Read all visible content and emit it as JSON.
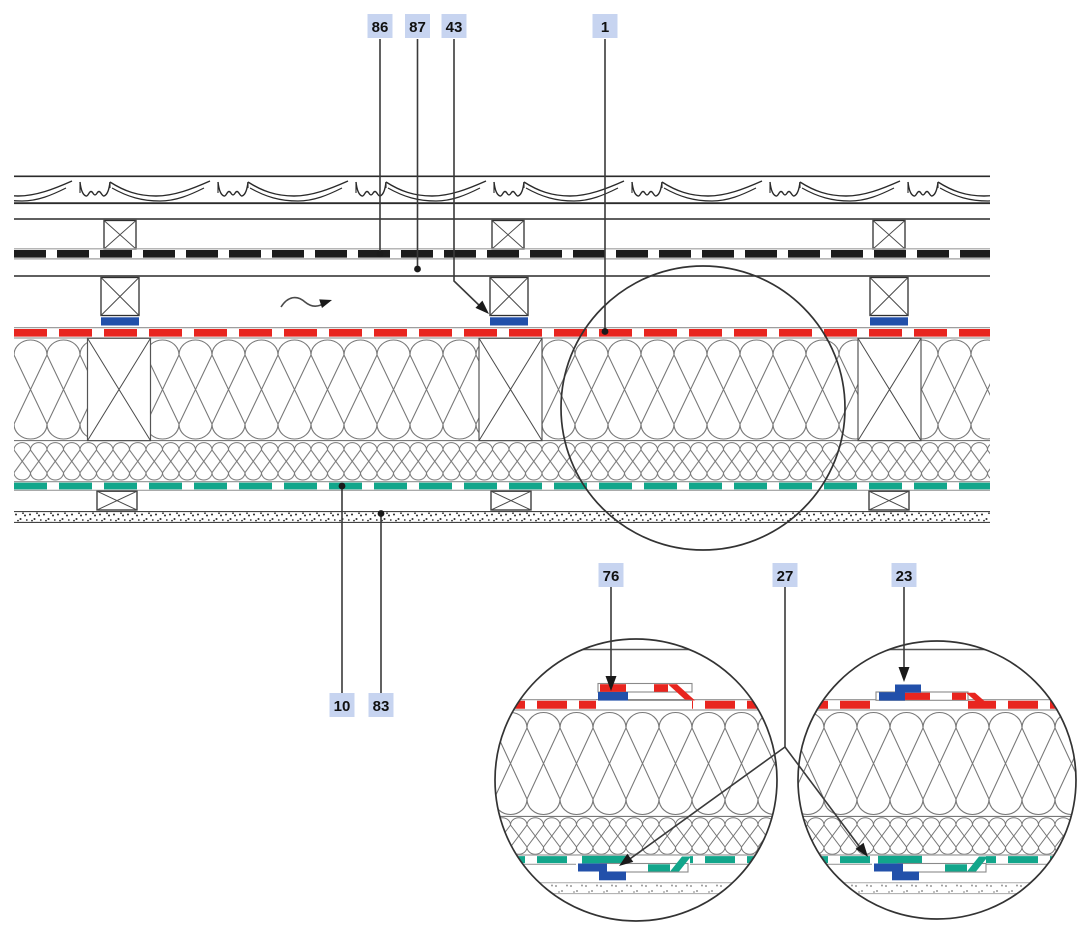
{
  "diagram": {
    "title": "pitched-roof construction cross-section with detail callouts",
    "callouts": {
      "c86": "86",
      "c87": "87",
      "c43": "43",
      "c1": "1",
      "c76": "76",
      "c27": "27",
      "c23": "23",
      "c10": "10",
      "c83": "83"
    },
    "colors": {
      "membrane_red": "#e8251f",
      "membrane_teal": "#12a68b",
      "tape_blue": "#2250aa",
      "label_bg": "#c7d4f0",
      "ink": "#2a2a2a",
      "wool_gray": "#787878",
      "border_gray": "#9e9e9e"
    }
  }
}
